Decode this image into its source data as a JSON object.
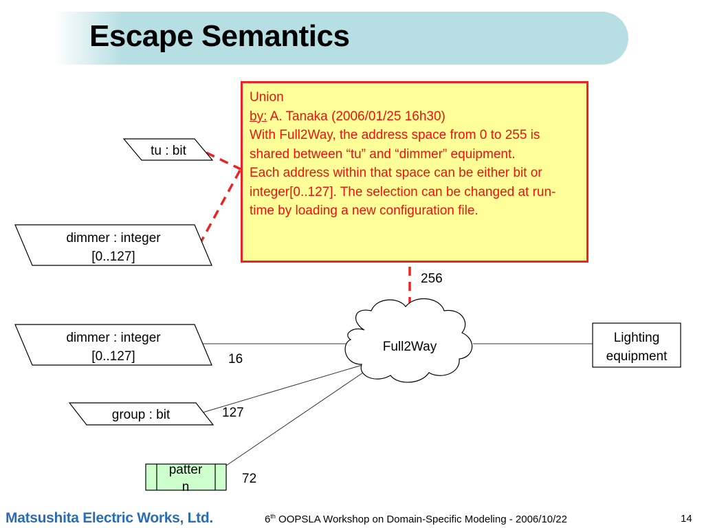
{
  "title": "Escape Semantics",
  "note": {
    "heading": "Union",
    "by_label": "by:",
    "by_value": " A. Tanaka (2006/01/25 16h30)",
    "line1": "With Full2Way, the address space from 0 to 255 is shared between “tu” and “dimmer” equipment.",
    "line2": "Each address within that space can be either bit or integer[0..127]. The selection can be changed at run-time by loading a new configuration file."
  },
  "nodes": {
    "tu": "tu : bit",
    "dimmer_top_line1": "dimmer : integer",
    "dimmer_top_line2": "[0..127]",
    "dimmer_bottom_line1": "dimmer : integer",
    "dimmer_bottom_line2": "[0..127]",
    "group": "group : bit",
    "pattern_line1": "patter",
    "pattern_line2": "n",
    "cloud": "Full2Way",
    "lighting_line1": "Lighting",
    "lighting_line2": "equipment"
  },
  "edge_labels": {
    "union": "256",
    "dimmer": "16",
    "group": "127",
    "pattern": "72"
  },
  "colors": {
    "title_band": "#b7dfe3",
    "note_fill": "#ffff99",
    "note_border": "#ee2222",
    "dashed_line": "#ee2222",
    "pattern_fill": "#ccffcc",
    "logo": "#2a6db5"
  },
  "footer": {
    "logo": "Matsushita Electric Works, Ltd.",
    "ord": "6",
    "ord_sup": "th",
    "event": " OOPSLA Workshop on Domain-Specific Modeling - 2006/10/22",
    "page": "14"
  }
}
